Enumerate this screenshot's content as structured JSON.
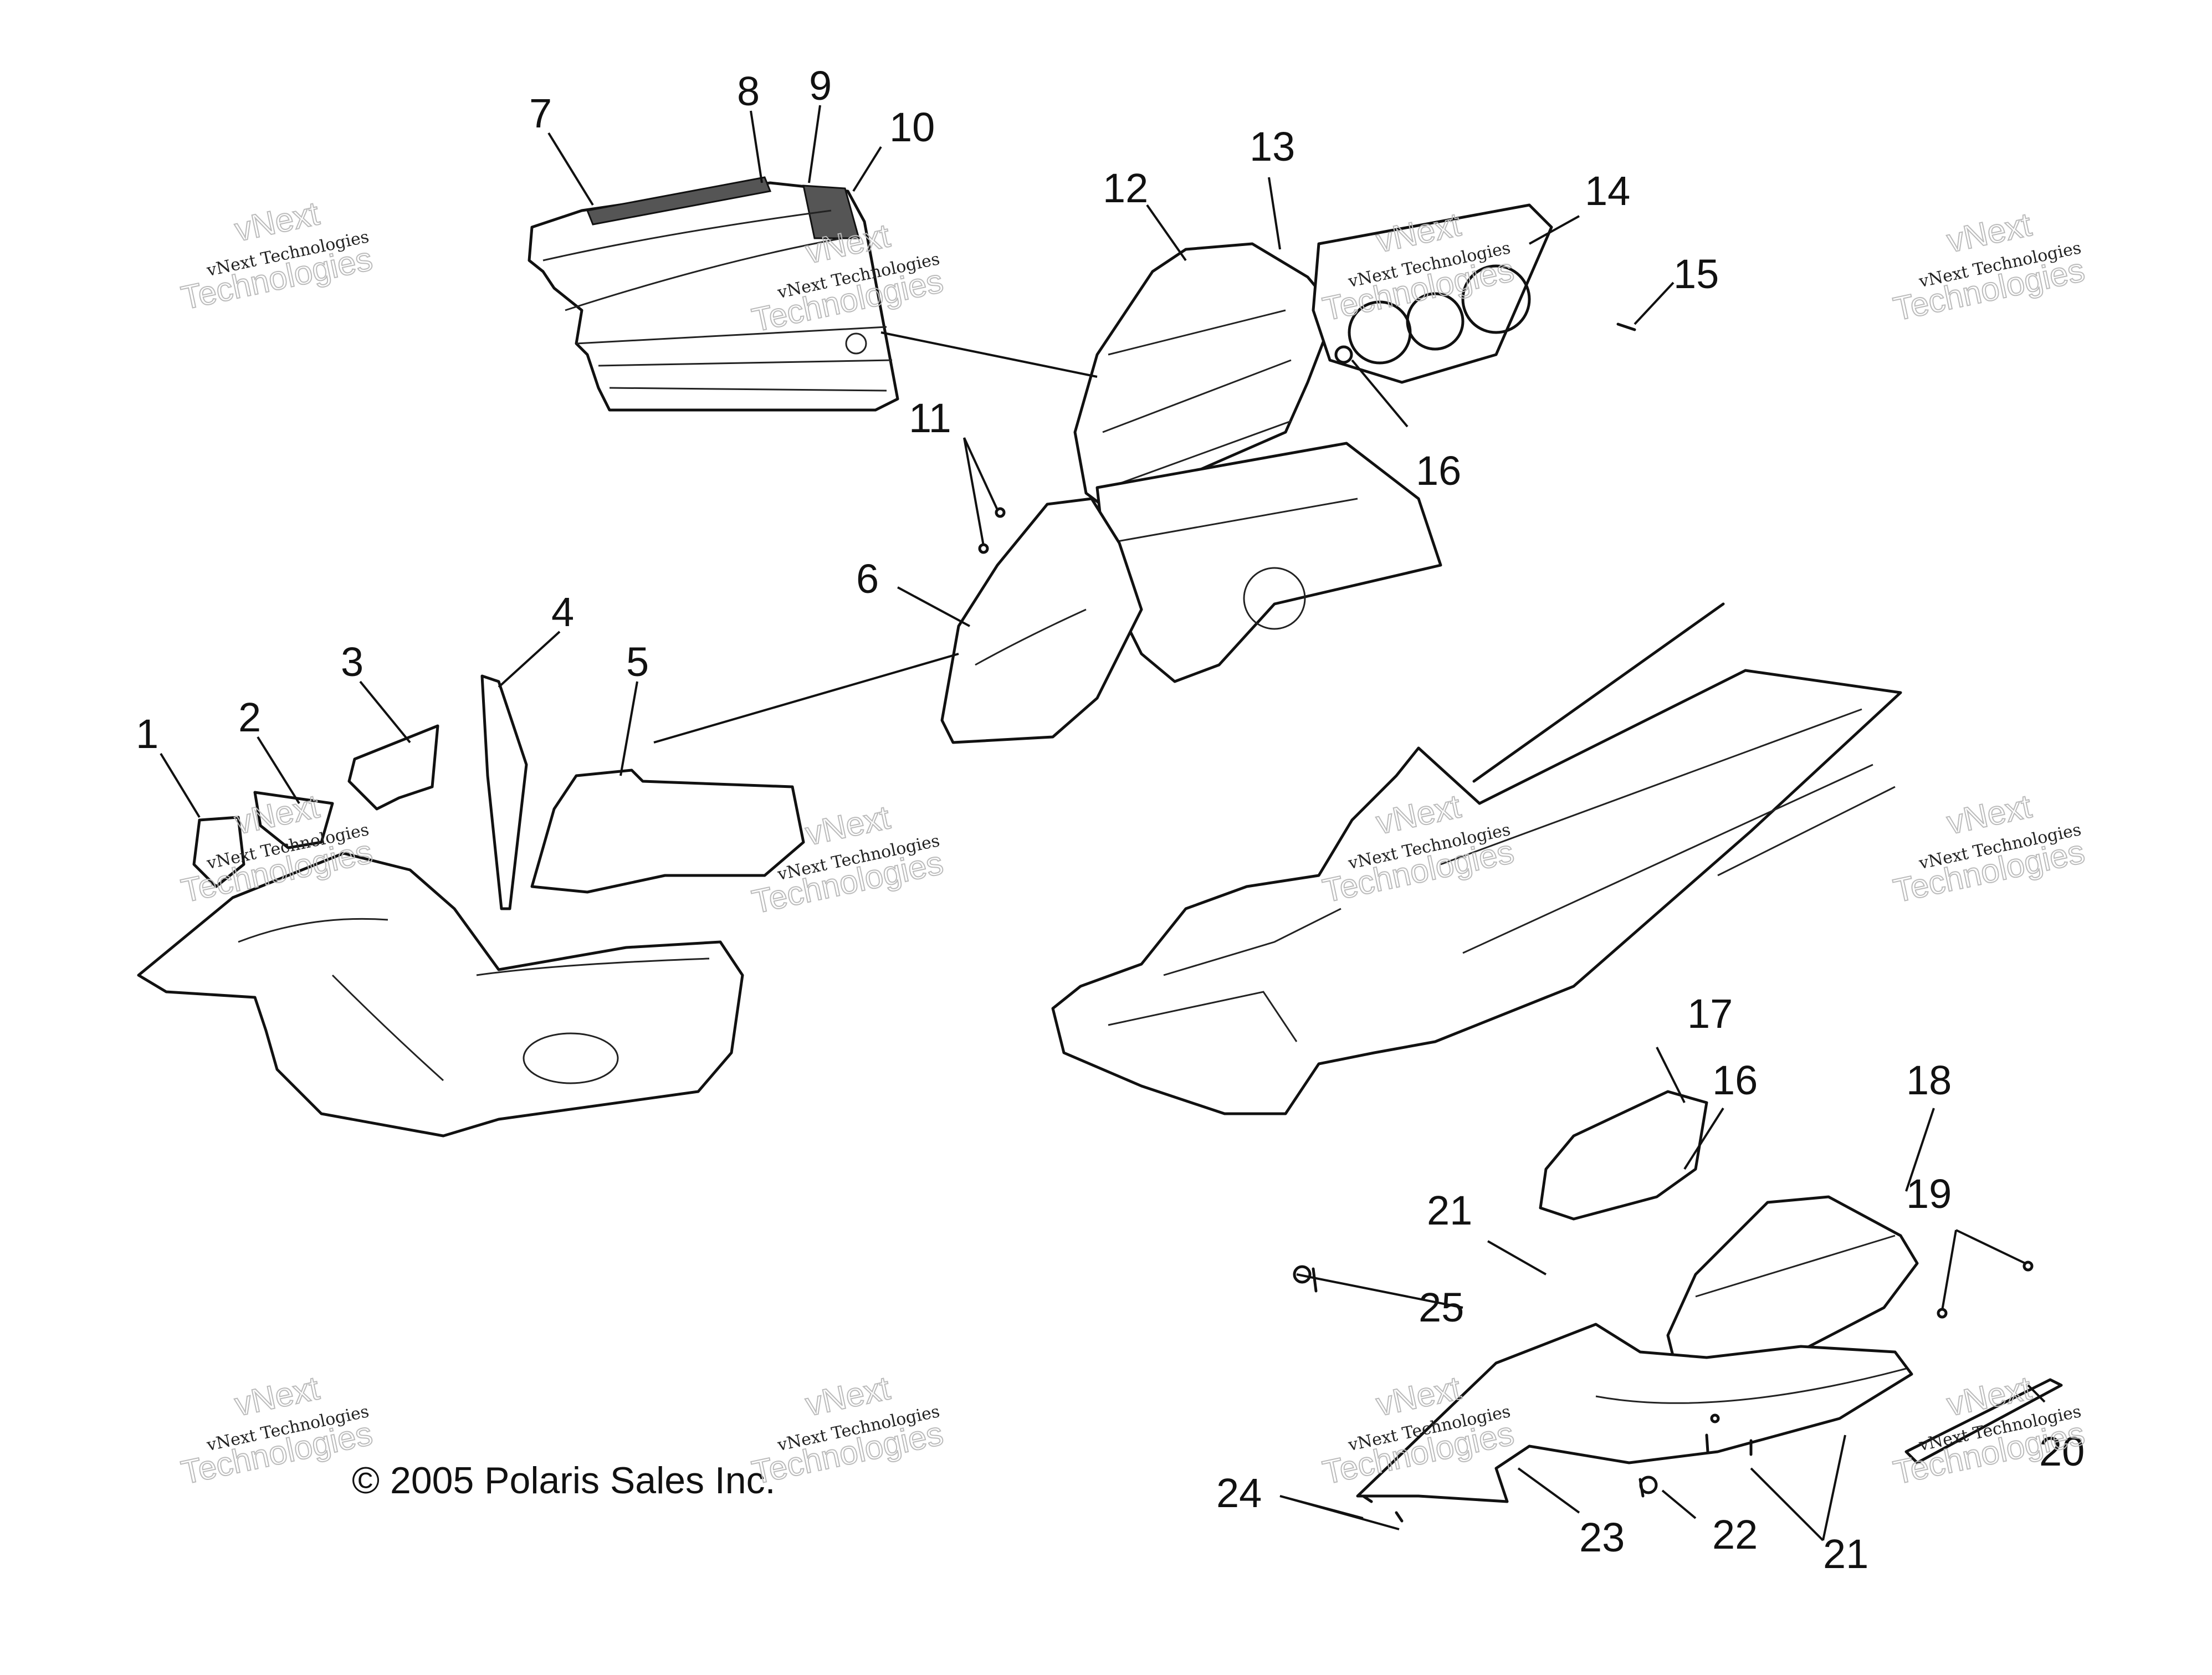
{
  "copyright": "© 2005 Polaris Sales Inc.",
  "watermark": {
    "line1": "vNext Technologies",
    "big1": "vNext",
    "big2": "Technologies"
  },
  "callouts": {
    "c1": "1",
    "c2": "2",
    "c3": "3",
    "c4": "4",
    "c5": "5",
    "c6": "6",
    "c7": "7",
    "c8": "8",
    "c9": "9",
    "c10": "10",
    "c11": "11",
    "c12": "12",
    "c13": "13",
    "c14": "14",
    "c15": "15",
    "c16a": "16",
    "c16b": "16",
    "c17": "17",
    "c18": "18",
    "c19": "19",
    "c20": "20",
    "c21a": "21",
    "c21b": "21",
    "c22": "22",
    "c23": "23",
    "c24": "24",
    "c25": "25"
  }
}
